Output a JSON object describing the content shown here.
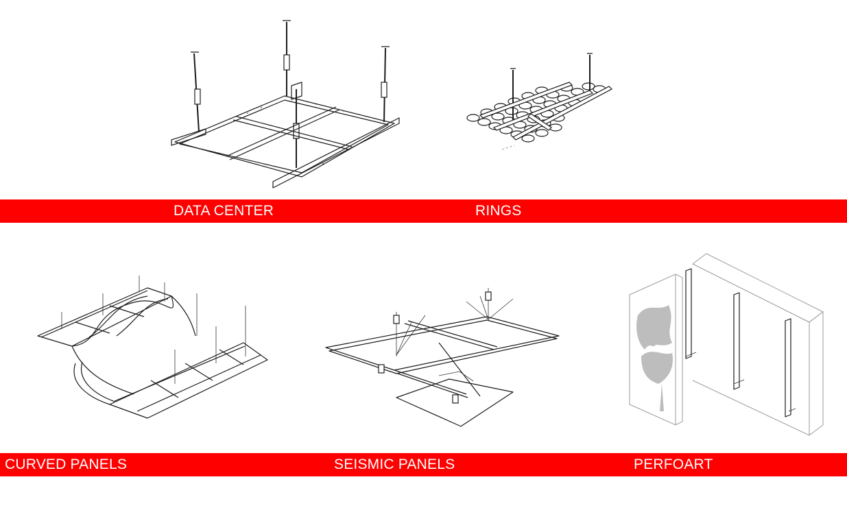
{
  "theme": {
    "band_color": "#ff0000",
    "label_color": "#ffffff",
    "background": "#ffffff"
  },
  "labels": {
    "data_center": "DATA CENTER",
    "rings": "RINGS",
    "curved_panels": "CURVED PANELS",
    "seismic_panels": "SEISMIC PANELS",
    "perfoart": "PERFOART"
  },
  "illustrations": [
    {
      "id": "data-center",
      "caption_key": "data_center"
    },
    {
      "id": "rings",
      "caption_key": "rings"
    },
    {
      "id": "curved-panels",
      "caption_key": "curved_panels"
    },
    {
      "id": "seismic-panels",
      "caption_key": "seismic_panels"
    },
    {
      "id": "perfoart",
      "caption_key": "perfoart"
    }
  ]
}
